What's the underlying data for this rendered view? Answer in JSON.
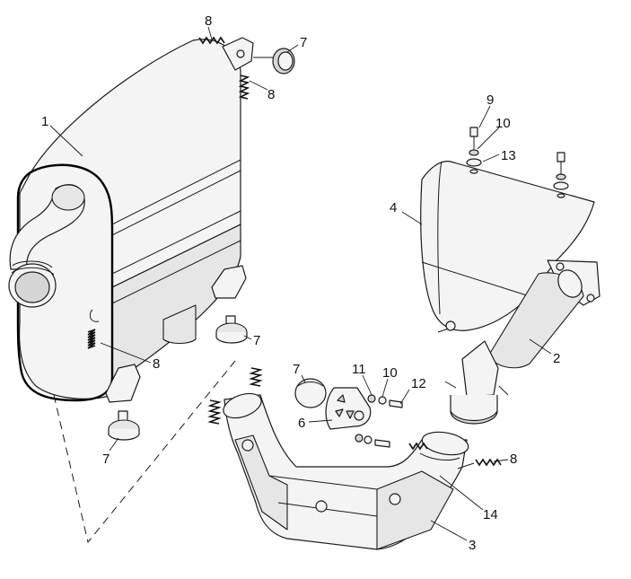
{
  "callouts": {
    "muffler": "1",
    "rear_pipe": "2",
    "front_pipe": "3",
    "heat_shield": "4",
    "bracket_plate": "6",
    "grommet_top": "7",
    "grommet_mid": "7",
    "grommet_low": "7",
    "grommet_plate": "7",
    "spring_top_a": "8",
    "spring_top_b": "8",
    "spring_side": "8",
    "spring_right": "8",
    "bolt": "9",
    "washer_top": "10",
    "washer_mid": "10",
    "nut": "11",
    "bolt_long": "12",
    "washer_large": "13",
    "gasket": "14"
  }
}
